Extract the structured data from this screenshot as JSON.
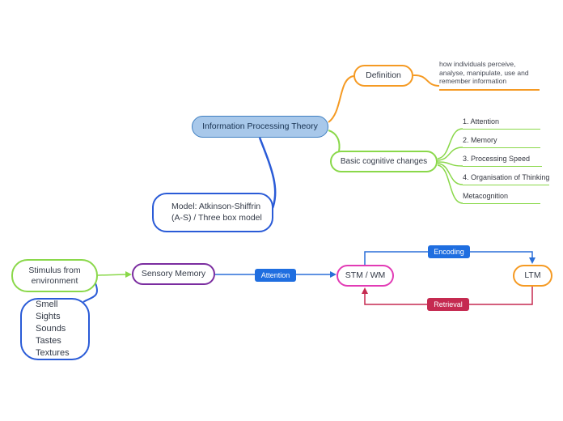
{
  "title": "Information Processing Theory mind map",
  "colors": {
    "blue": "#2a5bd7",
    "mid-blue": "#2a6fd8",
    "orange": "#f59a23",
    "green": "#8ad84a",
    "purple": "#7b2da0",
    "magenta": "#e23bb5",
    "label_blue": "#1f6ee0",
    "label_red": "#c52a50",
    "root_fill": "#a8c8ea",
    "root_border": "#3f7fc1"
  },
  "nodes": {
    "root": "Information Processing Theory",
    "definition": "Definition",
    "definition_note": "how individuals perceive, analyse, manipulate, use and remember information",
    "basic_changes": "Basic cognitive changes",
    "model": "Model: Atkinson-Shiffrin (A-S) / Three box model",
    "stimulus": "Stimulus from environment",
    "senses": "Smell\nSights\nSounds\nTastes\nTextures",
    "sensory_memory": "Sensory Memory",
    "stm": "STM / WM",
    "ltm": "LTM"
  },
  "cognitive_changes": [
    {
      "label": "1. Attention"
    },
    {
      "label": "2. Memory"
    },
    {
      "label": "3. Processing Speed"
    },
    {
      "label": "4. Organisation of Thinking"
    },
    {
      "label": "Metacognition"
    }
  ],
  "arrow_labels": {
    "attention": "Attention",
    "encoding": "Encoding",
    "retrieval": "Retrieval"
  }
}
